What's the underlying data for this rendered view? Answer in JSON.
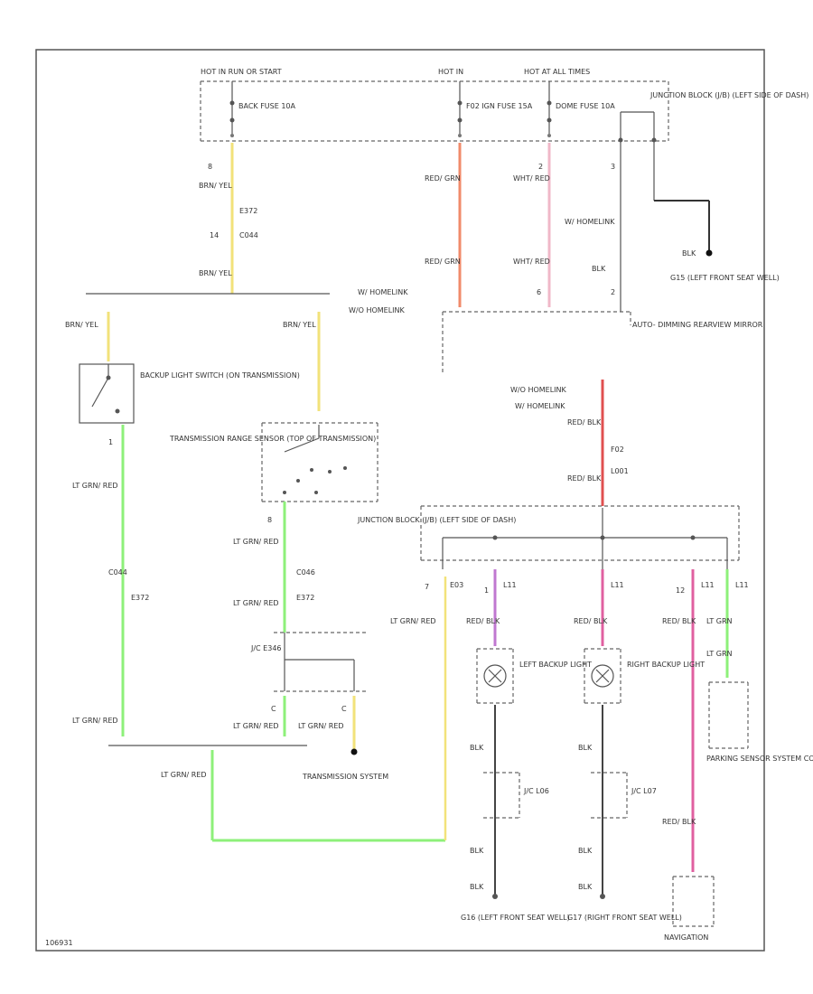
{
  "colors": {
    "yellow": "#f2e27a",
    "red": "#f08a6a",
    "pink": "#f0b8c8",
    "magenta": "#e060a0",
    "violet": "#c078d0",
    "green": "#8ef07a",
    "wire_black": "#444444",
    "border": "#555555"
  },
  "labels": {
    "hot_run_start": "HOT IN RUN OR START",
    "hot_in": "HOT IN",
    "hot_at_all_times": "HOT AT ALL TIMES",
    "back_fuse": "BACK FUSE 10A",
    "ign_fuse": "F02 IGN FUSE 15A",
    "dome_fuse": "DOME FUSE 10A",
    "jb_top": "JUNCTION BLOCK (J/B) (LEFT SIDE OF DASH)",
    "w_8": "8",
    "w_brn_yel_1": "BRN/ YEL",
    "c_e372a": "E372",
    "c_c044": "C044",
    "w_14": "14",
    "w_red_grn": "RED/ GRN",
    "w_wht_red": "WHT/ RED",
    "w_2": "2",
    "w_w_homelink": "W/ HOMELINK",
    "w_blk": "BLK",
    "w_3": "3",
    "g_blk": "BLK",
    "g_g15": "G15 (LEFT FRONT SEAT WELL)",
    "w_whomelink1": "W/ HOMELINK",
    "w_wohomelink1": "W/O HOMELINK",
    "w_6": "6",
    "w_2b": "2",
    "auto_mirror": "AUTO- DIMMING REARVIEW MIRROR",
    "w_brn_yel_2": "BRN/ YEL",
    "w_brn_yel_3": "BRN/ YEL",
    "w_brn_yel_4": "BRN/ YEL",
    "backup_switch": "BACKUP LIGHT SWITCH (ON TRANSMISSION)",
    "w_1": "1",
    "w_ltgrn_red_1": "LT GRN/ RED",
    "c_c044b": "C044",
    "c_e372b": "E372",
    "w_ltgrn_red_2": "LT GRN/ RED",
    "trs": "TRANSMISSION RANGE SENSOR (TOP OF TRANSMISSION)",
    "w_8b": "8",
    "w_ltgrn_red_3": "LT GRN/ RED",
    "c_c046": "C046",
    "c_e372c": "E372",
    "w_ltgrn_red_4": "LT GRN/ RED",
    "jc": "J/C E346",
    "w_c1": "C",
    "w_c2": "C",
    "w_ltgrn_red_5": "LT GRN/ RED",
    "w_ltgrn_red_6": "LT GRN/ RED",
    "trans_system": "TRANSMISSION SYSTEM",
    "w_ltgrn_red_7": "LT GRN/ RED",
    "w_whomelink2": "W/O HOMELINK",
    "w_wohomelink2": "W/ HOMELINK",
    "w_red_blk_a": "RED/ BLK",
    "c_f02": "F02",
    "c_l001": "L001",
    "w_red_blk_b": "RED/ BLK",
    "jb_mid": "JUNCTION BLOCK (J/B) (LEFT SIDE OF DASH)",
    "w_7": "7",
    "w_ltgrn_red_8": "LT GRN/ RED",
    "c_e03": "E03",
    "c_l11a": "L11",
    "c_l11b": "L11",
    "c_l11c": "L11",
    "c_l11d": "L11",
    "w_1b": "1",
    "w_12": "12",
    "w_red_blk_c": "RED/ BLK",
    "w_red_blk_d": "RED/ BLK",
    "w_red_blk_e": "RED/ BLK",
    "w_lt_grn_1": "LT GRN",
    "w_lt_grn_2": "LT GRN",
    "left_backup": "LEFT BACKUP LIGHT",
    "right_backup": "RIGHT BACKUP LIGHT",
    "w_blk_1": "BLK",
    "w_blk_2": "BLK",
    "jc_l06": "J/C L06",
    "jc_l07": "J/C L07",
    "w_blk_3": "BLK",
    "w_blk_4": "BLK",
    "w_blk_5": "BLK",
    "w_blk_6": "BLK",
    "parking_module": "PARKING SENSOR SYSTEM CONTROL MODULE (REAR PACKAGE TRAY)",
    "w_red_blk_f": "RED/ BLK",
    "g_g16": "G16 (LEFT FRONT SEAT WELL)",
    "g_g17": "G17 (RIGHT FRONT SEAT WELL)",
    "navigation": "NAVIGATION",
    "code": "106931"
  }
}
